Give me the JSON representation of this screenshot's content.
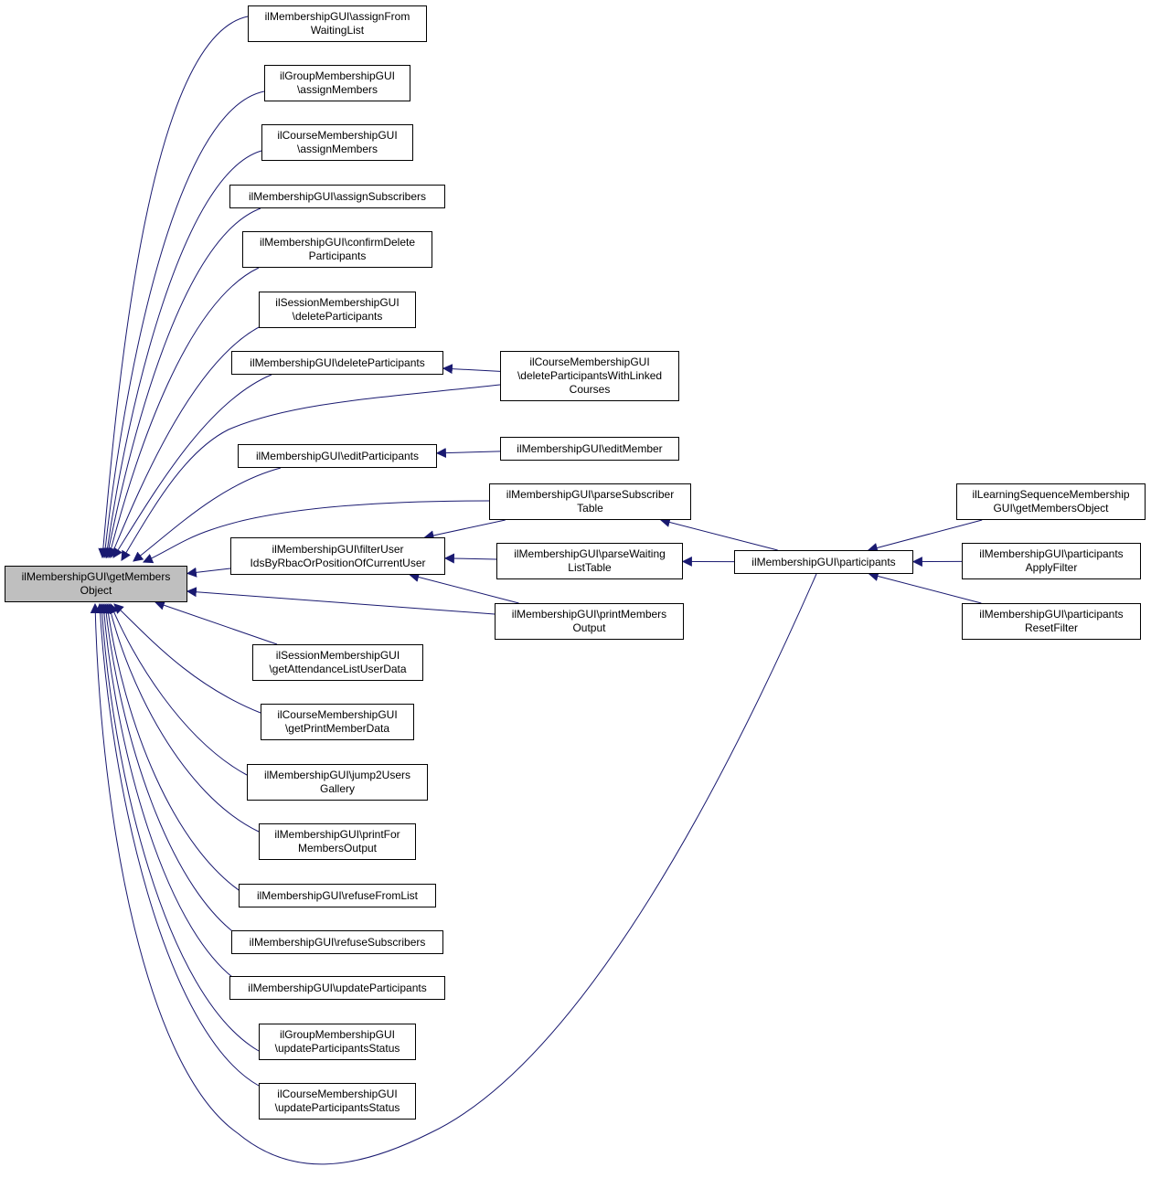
{
  "colors": {
    "edge": "#191970",
    "node_border": "#000000",
    "node_fill": "#ffffff",
    "root_fill": "#bfbfbf"
  },
  "nodes": {
    "root": "ilMembershipGUI\\getMembers\nObject",
    "assignFromWaitingList": "ilMembershipGUI\\assignFrom\nWaitingList",
    "groupAssignMembers": "ilGroupMembershipGUI\n\\assignMembers",
    "courseAssignMembers": "ilCourseMembershipGUI\n\\assignMembers",
    "assignSubscribers": "ilMembershipGUI\\assignSubscribers",
    "confirmDeleteParticipants": "ilMembershipGUI\\confirmDelete\nParticipants",
    "sessionDeleteParticipants": "ilSessionMembershipGUI\n\\deleteParticipants",
    "deleteParticipants": "ilMembershipGUI\\deleteParticipants",
    "courseDeleteLinked": "ilCourseMembershipGUI\n\\deleteParticipantsWithLinked\nCourses",
    "editParticipants": "ilMembershipGUI\\editParticipants",
    "editMember": "ilMembershipGUI\\editMember",
    "parseSubscriberTable": "ilMembershipGUI\\parseSubscriber\nTable",
    "filterUserIds": "ilMembershipGUI\\filterUser\nIdsByRbacOrPositionOfCurrentUser",
    "parseWaitingListTable": "ilMembershipGUI\\parseWaiting\nListTable",
    "printMembersOutput": "ilMembershipGUI\\printMembers\nOutput",
    "participants": "ilMembershipGUI\\participants",
    "lsGetMembersObject": "ilLearningSequenceMembership\nGUI\\getMembersObject",
    "participantsApplyFilter": "ilMembershipGUI\\participants\nApplyFilter",
    "participantsResetFilter": "ilMembershipGUI\\participants\nResetFilter",
    "sessionGetAttendance": "ilSessionMembershipGUI\n\\getAttendanceListUserData",
    "courseGetPrintMemberData": "ilCourseMembershipGUI\n\\getPrintMemberData",
    "jump2UsersGallery": "ilMembershipGUI\\jump2Users\nGallery",
    "printForMembersOutput": "ilMembershipGUI\\printFor\nMembersOutput",
    "refuseFromList": "ilMembershipGUI\\refuseFromList",
    "refuseSubscribers": "ilMembershipGUI\\refuseSubscribers",
    "updateParticipants": "ilMembershipGUI\\updateParticipants",
    "groupUpdateStatus": "ilGroupMembershipGUI\n\\updateParticipantsStatus",
    "courseUpdateStatus": "ilCourseMembershipGUI\n\\updateParticipantsStatus"
  },
  "edges": [
    [
      "assignFromWaitingList",
      "root"
    ],
    [
      "groupAssignMembers",
      "root"
    ],
    [
      "courseAssignMembers",
      "root"
    ],
    [
      "assignSubscribers",
      "root"
    ],
    [
      "confirmDeleteParticipants",
      "root"
    ],
    [
      "sessionDeleteParticipants",
      "root"
    ],
    [
      "deleteParticipants",
      "root"
    ],
    [
      "courseDeleteLinked",
      "root"
    ],
    [
      "courseDeleteLinked",
      "deleteParticipants"
    ],
    [
      "editParticipants",
      "root"
    ],
    [
      "editMember",
      "editParticipants"
    ],
    [
      "parseSubscriberTable",
      "root"
    ],
    [
      "parseSubscriberTable",
      "filterUserIds"
    ],
    [
      "filterUserIds",
      "root"
    ],
    [
      "parseWaitingListTable",
      "filterUserIds"
    ],
    [
      "printMembersOutput",
      "filterUserIds"
    ],
    [
      "printMembersOutput",
      "root"
    ],
    [
      "participants",
      "parseSubscriberTable"
    ],
    [
      "participants",
      "parseWaitingListTable"
    ],
    [
      "participants",
      "root"
    ],
    [
      "lsGetMembersObject",
      "participants"
    ],
    [
      "participantsApplyFilter",
      "participants"
    ],
    [
      "participantsResetFilter",
      "participants"
    ],
    [
      "sessionGetAttendance",
      "root"
    ],
    [
      "courseGetPrintMemberData",
      "root"
    ],
    [
      "jump2UsersGallery",
      "root"
    ],
    [
      "printForMembersOutput",
      "root"
    ],
    [
      "refuseFromList",
      "root"
    ],
    [
      "refuseSubscribers",
      "root"
    ],
    [
      "updateParticipants",
      "root"
    ],
    [
      "groupUpdateStatus",
      "root"
    ],
    [
      "courseUpdateStatus",
      "root"
    ]
  ]
}
